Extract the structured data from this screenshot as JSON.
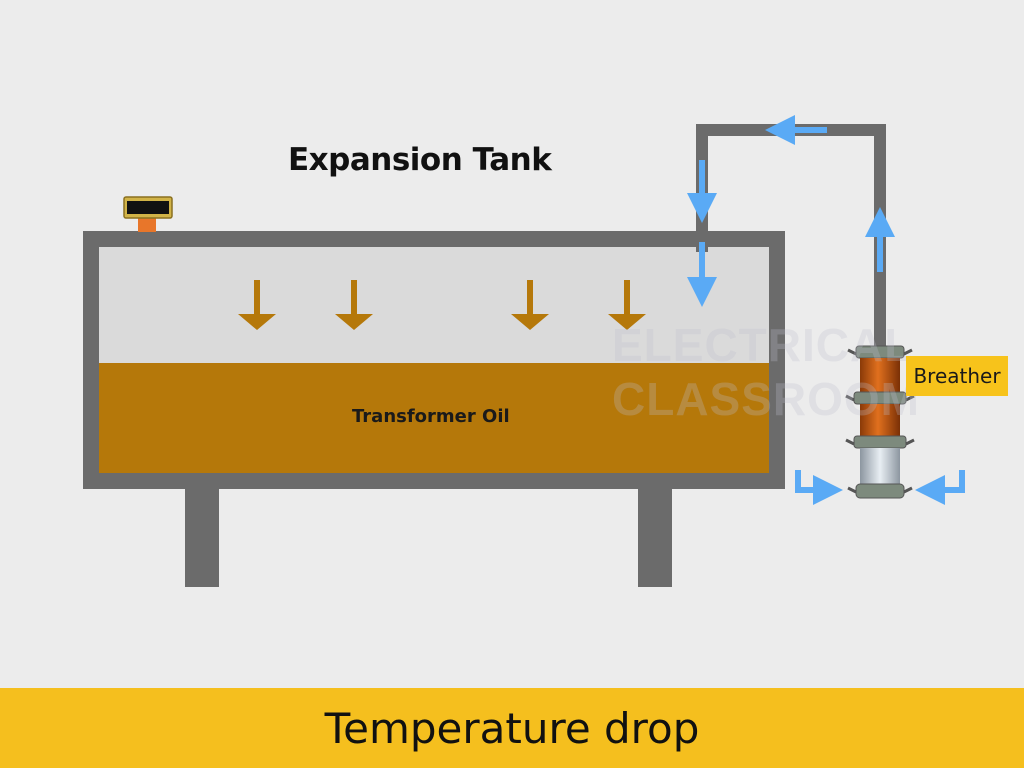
{
  "diagram": {
    "title": "Expansion Tank",
    "oil_label": "Transformer Oil",
    "breather_label": "Breather",
    "watermark_text": "ELECTRICAL CLASSROOM",
    "caption": "Temperature drop"
  },
  "colors": {
    "background": "#ececec",
    "tank_wall": "#6b6b6b",
    "air_space": "#dadada",
    "oil": "#b5780a",
    "pressure_arrows": "#b5780a",
    "airflow_arrows": "#5aaaf5",
    "label_highlight": "#f7c31b",
    "banner": "#f5bf1e"
  },
  "icons": [
    "down-arrow-icon",
    "airflow-arrow-icon",
    "vent-cap-icon"
  ]
}
